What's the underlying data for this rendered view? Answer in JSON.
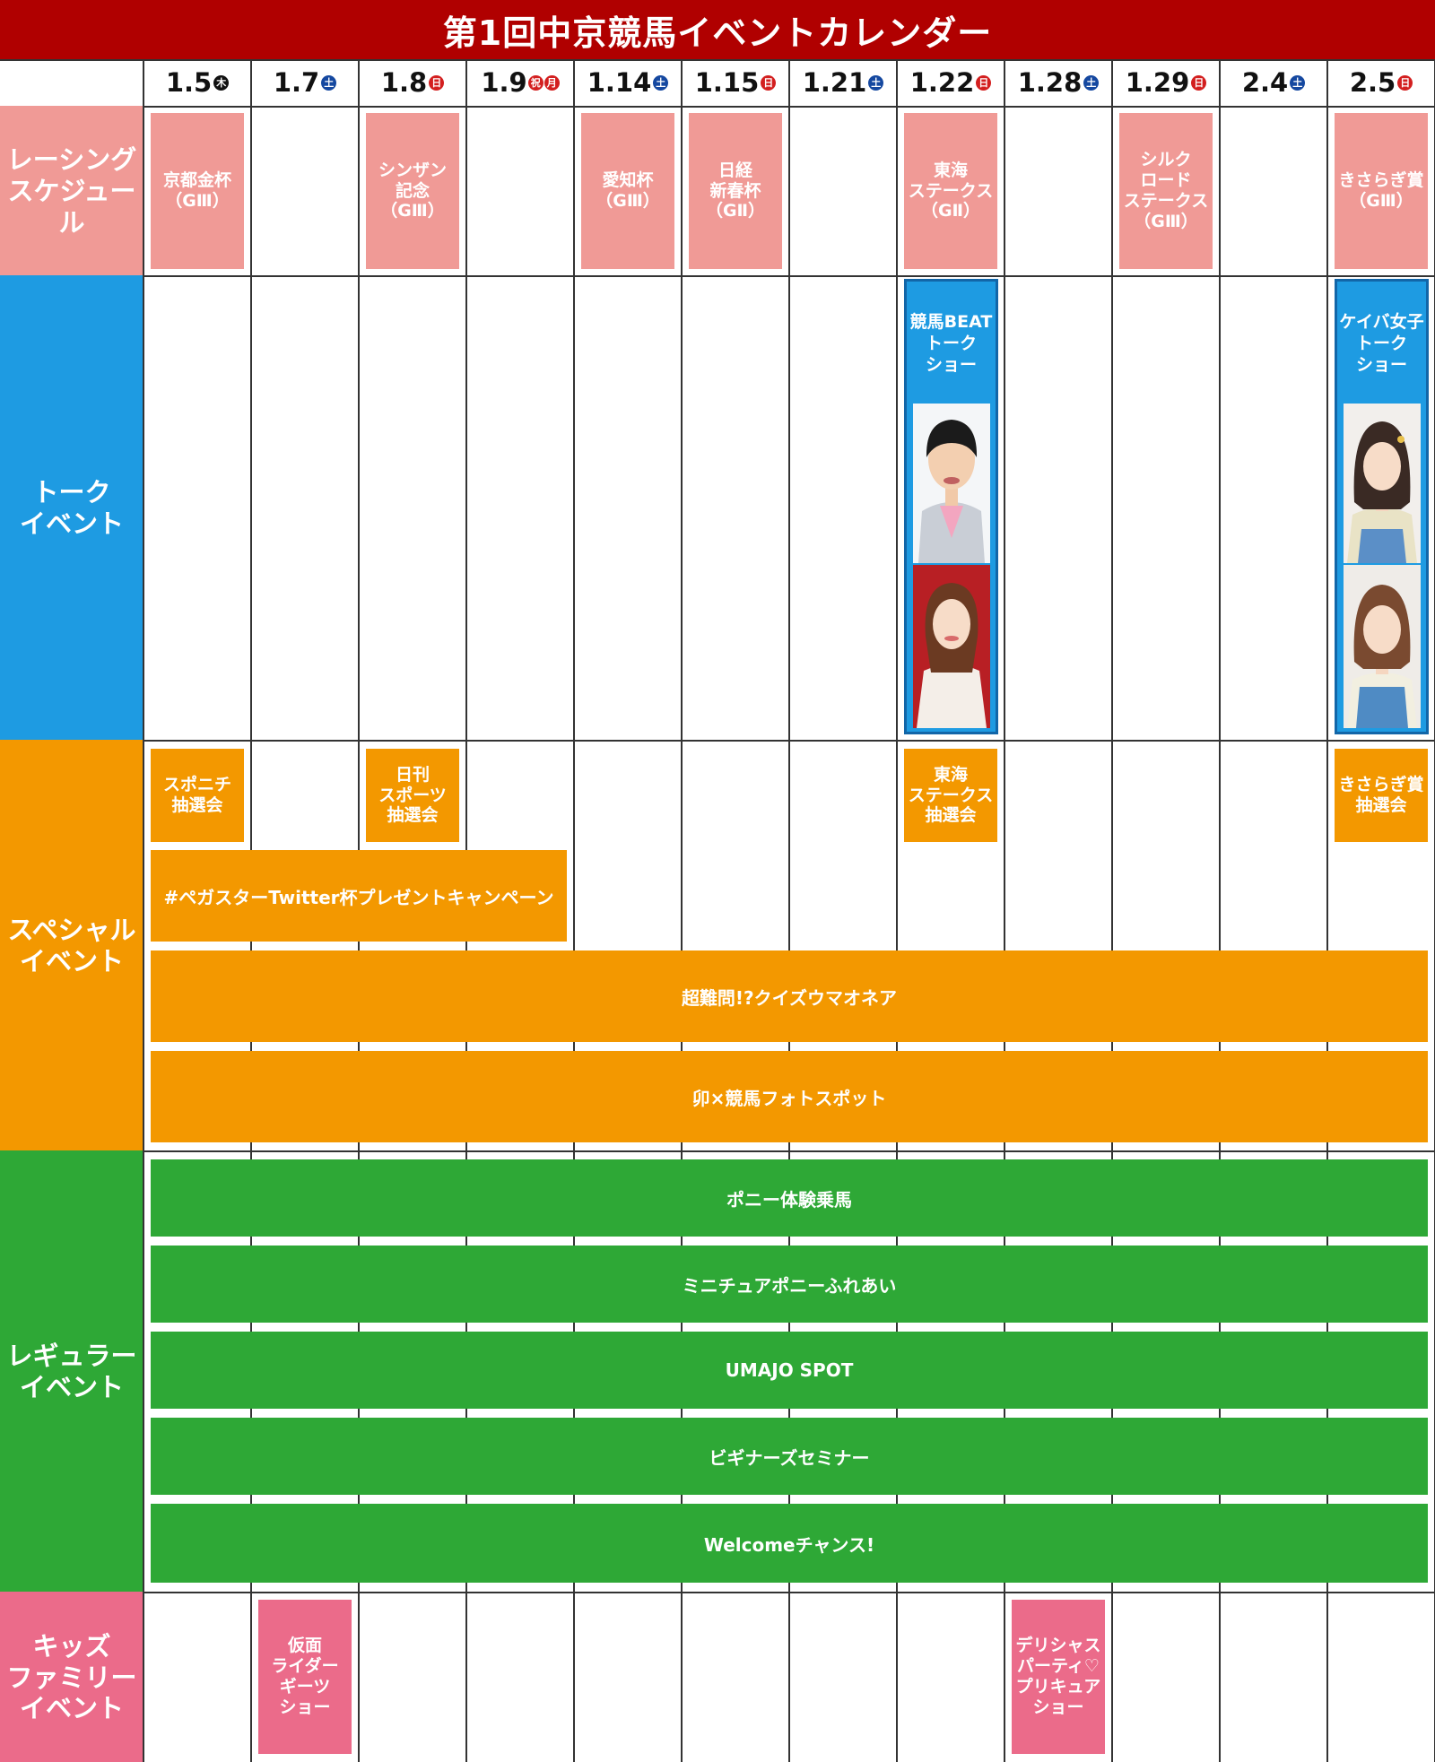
{
  "title": "第1回中京競馬イベントカレンダー",
  "dates": [
    {
      "date": "1.5",
      "badge": "木"
    },
    {
      "date": "1.7",
      "badge": "土"
    },
    {
      "date": "1.8",
      "badge": "日"
    },
    {
      "date": "1.9",
      "badge": "祝",
      "badge2": "月"
    },
    {
      "date": "1.14",
      "badge": "土"
    },
    {
      "date": "1.15",
      "badge": "日"
    },
    {
      "date": "1.21",
      "badge": "土"
    },
    {
      "date": "1.22",
      "badge": "日"
    },
    {
      "date": "1.28",
      "badge": "土"
    },
    {
      "date": "1.29",
      "badge": "日"
    },
    {
      "date": "2.4",
      "badge": "土"
    },
    {
      "date": "2.5",
      "badge": "日"
    }
  ],
  "rows": {
    "racing": {
      "label": "レーシング\nスケジュール",
      "color": "#f09a96"
    },
    "talk": {
      "label": "トーク\nイベント",
      "color": "#1e9be2"
    },
    "special": {
      "label": "スペシャル\nイベント",
      "color": "#f39800"
    },
    "regular": {
      "label": "レギュラー\nイベント",
      "color": "#2ea836"
    },
    "kids": {
      "label": "キッズ\nファミリー\nイベント",
      "color": "#eb6b8a"
    }
  },
  "racing": [
    {
      "text": "京都金杯\n（GⅢ）"
    },
    {
      "text": "シンザン\n記念\n（GⅢ）"
    },
    {
      "text": "愛知杯\n（GⅢ）"
    },
    {
      "text": "日経\n新春杯\n（GⅡ）"
    },
    {
      "text": "東海\nステークス\n（GⅡ）"
    },
    {
      "text": "シルク\nロード\nステークス\n（GⅢ）"
    },
    {
      "text": "きさらぎ賞\n（GⅢ）"
    }
  ],
  "talk": [
    {
      "text": "競馬BEAT\nトーク\nショー"
    },
    {
      "text": "ケイバ女子\nトーク\nショー"
    }
  ],
  "special_boxes": [
    {
      "text": "スポニチ\n抽選会"
    },
    {
      "text": "日刊\nスポーツ\n抽選会"
    },
    {
      "text": "東海\nステークス\n抽選会"
    },
    {
      "text": "きさらぎ賞\n抽選会"
    }
  ],
  "special_bars": [
    {
      "text": "#ペガスターTwitter杯プレゼントキャンペーン"
    },
    {
      "text": "超難問!?クイズウマオネア"
    },
    {
      "text": "卯×競馬フォトスポット"
    }
  ],
  "regular_bars": [
    {
      "text": "ポニー体験乗馬"
    },
    {
      "text": "ミニチュアポニーふれあい"
    },
    {
      "text": "UMAJO SPOT"
    },
    {
      "text": "ビギナーズセミナー"
    },
    {
      "text": "Welcomeチャンス!"
    }
  ],
  "kids": [
    {
      "text": "仮面\nライダー\nギーツ\nショー"
    },
    {
      "text": "デリシャス\nパーティ♡\nプリキュア\nショー"
    }
  ]
}
